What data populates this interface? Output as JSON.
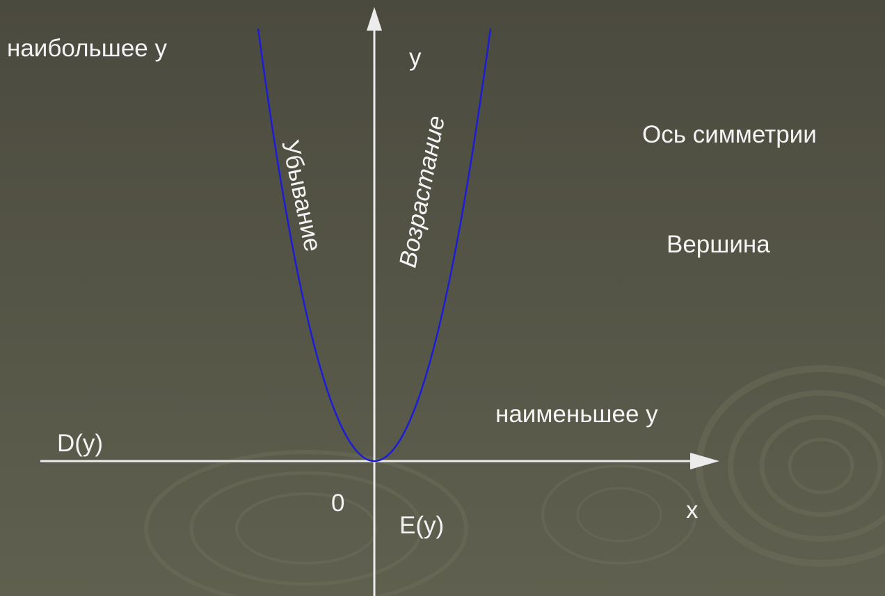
{
  "labels": {
    "max_y": "наибольшее y",
    "y_axis": "y",
    "decreasing": "Убывание",
    "increasing": "Возрастание",
    "symmetry_axis": "Ось симметрии",
    "vertex": "Вершина",
    "min_y": "наименьшее y",
    "domain": "D(y)",
    "origin": "0",
    "range": "E(y)",
    "x_axis": "x"
  },
  "colors": {
    "curve": "#1c1cd6",
    "axes": "#ececec",
    "text": "#f4f4f4",
    "background": "#525245"
  },
  "curve": {
    "function": "y = x^2",
    "x_range": [
      -1.0,
      1.0
    ]
  }
}
